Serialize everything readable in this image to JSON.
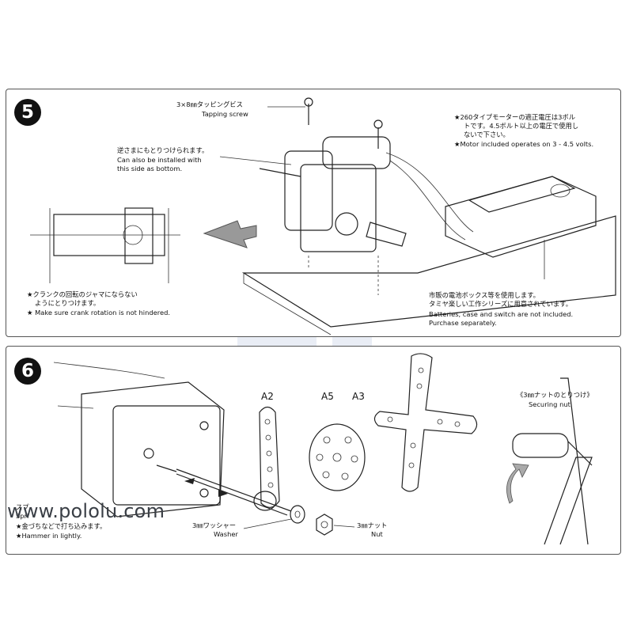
{
  "step5": {
    "number": "5",
    "screw_ja": "3×8㎜タッピングビス",
    "screw_en": "Tapping screw",
    "reverse_ja": "逆さまにもとりつけられます。",
    "reverse_en_1": "Can also be installed with",
    "reverse_en_2": "this side as bottom.",
    "crank_ja_1": "★クランクの回転のジャマにならない",
    "crank_ja_2": "ようにとりつけます。",
    "crank_en": "★ Make sure crank rotation is not hindered.",
    "motor_ja_1": "★260タイプモーターの適正電圧は3ボル",
    "motor_ja_2": "トです。4.5ボルト以上の電圧で使用し",
    "motor_ja_3": "ないで下さい。",
    "motor_en": "★Motor included operates on 3 - 4.5 volts.",
    "battery_ja_1": "市販の電池ボックス等を使用します。",
    "battery_ja_2": "タミヤ楽しい工作シリーズに用意されています。",
    "battery_en_1": "Batteries, case and switch are not included.",
    "battery_en_2": "Purchase separately."
  },
  "step6": {
    "number": "6",
    "part_a2": "A2",
    "part_a5": "A5",
    "part_a3": "A3",
    "securing_ja": "《3㎜ナットのとりつけ》",
    "securing_en": "Securing nut",
    "washer_ja": "3㎜ワッシャー",
    "washer_en": "Washer",
    "nut_ja": "3㎜ナット",
    "nut_en": "Nut",
    "spring_ja": "スプ",
    "spring_en": "Spri",
    "hammer_ja": "★金づちなどで打ち込みます。",
    "hammer_en": "★Hammer in lightly."
  },
  "footer": {
    "url": "www.pololu.com"
  }
}
